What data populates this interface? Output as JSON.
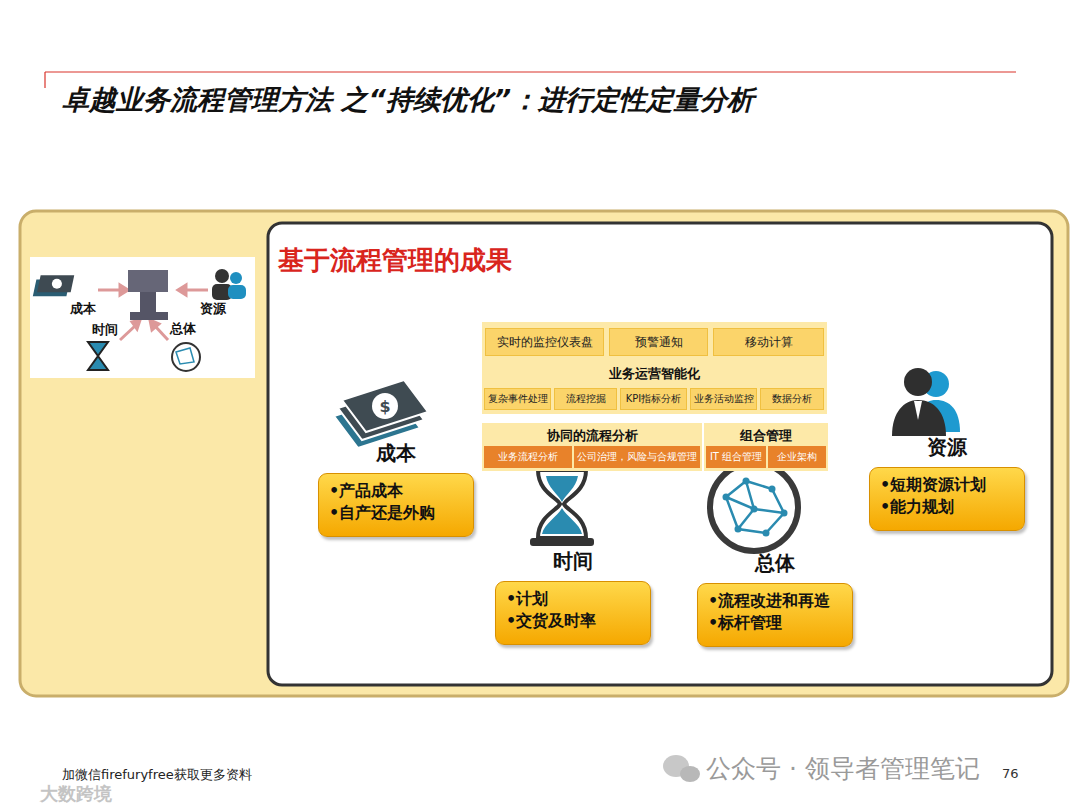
{
  "diagram": {
    "title": "卓越业务流程管理方法 之“持续优化”：进行定性定量分析",
    "nodes": [
      {
        "text": [
          "基于流程管理的成果"
        ]
      },
      {
        "text": [
          "业务运营智能化"
        ],
        "in": 0
      },
      {
        "text": [
          "实时的监控仪表盘"
        ],
        "in": 1
      },
      {
        "text": [
          "预警通知"
        ],
        "in": 1
      },
      {
        "text": [
          "移动计算"
        ],
        "in": 1
      },
      {
        "text": [
          "复杂事件处理"
        ],
        "in": 1
      },
      {
        "text": [
          "流程挖掘"
        ],
        "in": 1
      },
      {
        "text": [
          "KPI指标分析"
        ],
        "in": 1
      },
      {
        "text": [
          "业务活动监控"
        ],
        "in": 1
      },
      {
        "text": [
          "数据分析"
        ],
        "in": 1
      },
      {
        "text": [
          "协同的流程分析"
        ],
        "in": 0
      },
      {
        "text": [
          "业务流程分析"
        ],
        "in": 10
      },
      {
        "text": [
          "公司治理，风险与合规管理"
        ],
        "in": 10
      },
      {
        "text": [
          "组合管理"
        ],
        "in": 0
      },
      {
        "text": [
          "IT 组合管理"
        ],
        "in": 13
      },
      {
        "text": [
          "企业架构"
        ],
        "in": 13
      },
      {
        "text": [
          "成本",
          "•产品成本",
          "•自产还是外购"
        ],
        "in": 0
      },
      {
        "text": [
          "时间",
          "•计划",
          "•交货及时率"
        ],
        "in": 0
      },
      {
        "text": [
          "总体",
          "•流程改进和再造",
          "•标杆管理"
        ],
        "in": 0
      },
      {
        "text": [
          "资源",
          "•短期资源计划",
          "•能力规划"
        ],
        "in": 0
      }
    ],
    "labels": [
      "成本",
      "资源",
      "时间",
      "总体",
      "加微信firefuryfree获取更多资料",
      "76",
      "公众号 · 领导者管理笔记",
      "大数跨境"
    ]
  }
}
